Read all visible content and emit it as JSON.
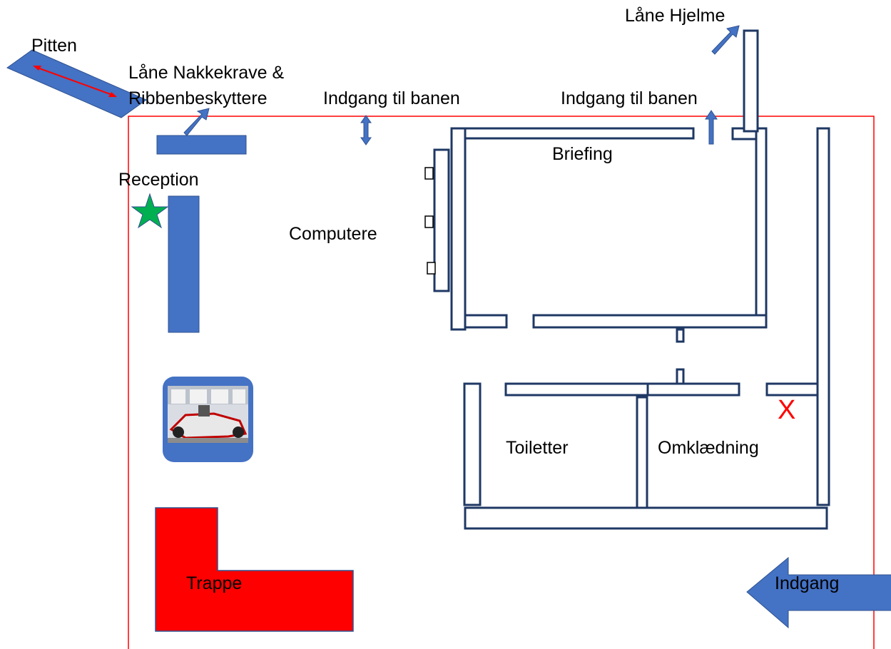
{
  "labels": {
    "pitten": "Pitten",
    "laane_hjelme": "Låne Hjelme",
    "laane_nakkekrave_line1": "Låne Nakkekrave &",
    "laane_nakkekrave_line2": "Ribbenbeskyttere",
    "indgang_til_banen_1": "Indgang til banen",
    "indgang_til_banen_2": "Indgang til banen",
    "reception": "Reception",
    "briefing": "Briefing",
    "computere": "Computere",
    "toiletter": "Toiletter",
    "omklaedning": "Omklædning",
    "trappe": "Trappe",
    "indgang": "Indgang",
    "x_marker": "X"
  },
  "colors": {
    "boundary": "#ff0000",
    "wall_fill": "#ffffff",
    "wall_stroke": "#1f3864",
    "furniture": "#4472c4",
    "stairs": "#ff0000",
    "star": "#00b050",
    "pit_arrow": "#ff0000"
  },
  "icons": {
    "kart": "go-kart-photo",
    "reception_star": "star-icon",
    "entrance_arrow": "arrow-left-icon"
  }
}
